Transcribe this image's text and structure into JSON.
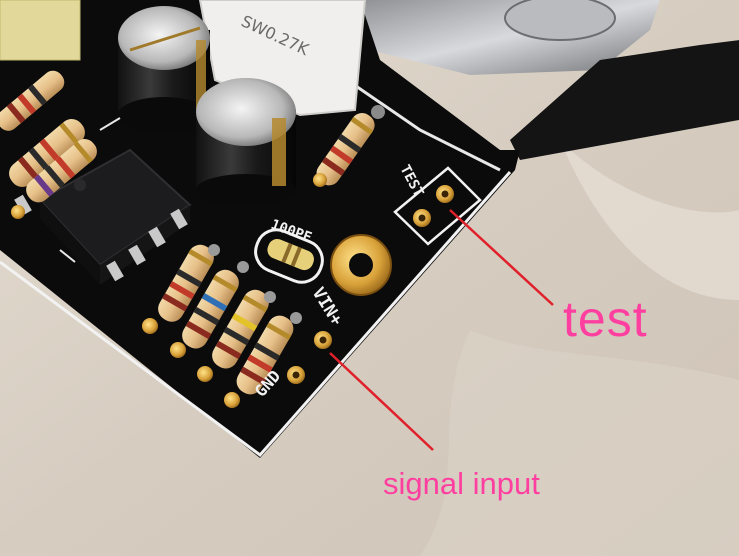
{
  "annotations": {
    "test_label": "test",
    "signal_input_label": "signal input",
    "color": "#ff3fa0",
    "arrow_color": "#e0202a"
  },
  "board_silkscreen": {
    "test": "TEST",
    "cap_value": "100PF",
    "vin": "VIN+",
    "gnd": "GND"
  },
  "component_markings": {
    "white_resistor": "SW0.27K"
  },
  "colors": {
    "pcb": "#0b0b0c",
    "silkscreen": "#f2f2f2",
    "pad_gold": "#d9a23a",
    "background": "#d8cfc4"
  }
}
